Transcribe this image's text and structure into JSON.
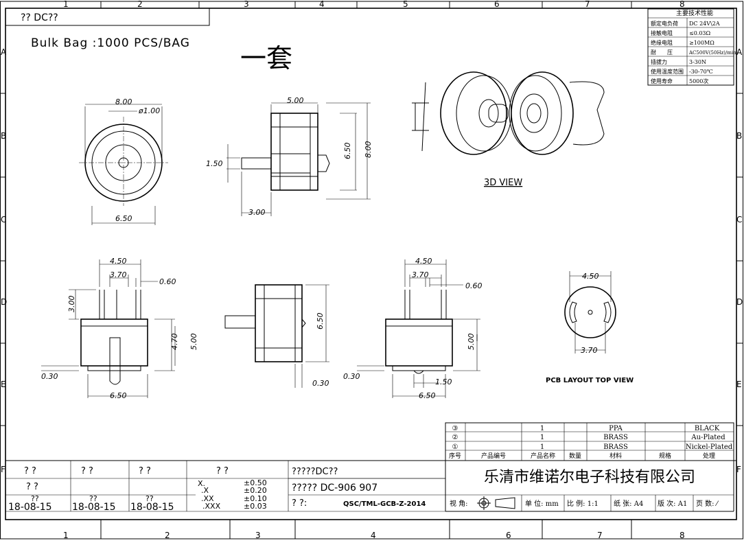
{
  "frame": {
    "cols": [
      "1",
      "2",
      "3",
      "4",
      "5",
      "6",
      "7",
      "8"
    ],
    "rows": [
      "A",
      "B",
      "C",
      "D",
      "E",
      "F"
    ]
  },
  "header": {
    "label": "?? DC??",
    "packing": "Bulk Bag :1000 PCS/BAG",
    "set": "一套"
  },
  "specs": {
    "title": "主要技术性能",
    "rows": [
      [
        "额定电负荷",
        "DC 24V\\2A"
      ],
      [
        "接触电阻",
        "≤0.03Ω"
      ],
      [
        "绝缘电阻",
        "≥100MΩ"
      ],
      [
        "耐　　压",
        "AC500V(50Hz)/min"
      ],
      [
        "插拔力",
        "3-30N"
      ],
      [
        "使用温度范围",
        "-30-70℃"
      ],
      [
        "使用寿命",
        "5000次"
      ]
    ]
  },
  "views": {
    "front": {
      "d_width": "8.00",
      "d_hole": "ø1.00",
      "d_inner": "6.50"
    },
    "side": {
      "d_top": "5.00",
      "d_pin": "1.50",
      "d_h1": "6.50",
      "d_h2": "8.00",
      "d_bottom": "3.00"
    },
    "three_d": "3D VIEW",
    "bottom1": {
      "d_a": "4.50",
      "d_b": "3.70",
      "d_c": "0.60",
      "d_d": "3.00",
      "d_e": "4.70",
      "d_f": "5.00",
      "d_g": "0.30",
      "d_h": "6.50"
    },
    "bottom2": {
      "d_a": "6.50",
      "d_b": "0.30"
    },
    "bottom3": {
      "d_a": "4.50",
      "d_b": "3.70",
      "d_c": "0.60",
      "d_d": "5.00",
      "d_e": "0.30",
      "d_f": "1.50",
      "d_g": "6.50"
    },
    "pcb": {
      "d_a": "4.50",
      "d_b": "3.70",
      "title": "PCB LAYOUT TOP VIEW"
    }
  },
  "bom": {
    "rows": [
      [
        "③",
        "",
        "1",
        "",
        "PPA",
        "",
        "BLACK"
      ],
      [
        "②",
        "",
        "1",
        "",
        "BRASS",
        "",
        "Au-Plated"
      ],
      [
        "①",
        "",
        "1",
        "",
        "BRASS",
        "",
        "Nickel-Plated"
      ]
    ],
    "headers": [
      "序号",
      "产品编号",
      "产品名称",
      "数量",
      "材料",
      "规格",
      "处理"
    ]
  },
  "company": "乐清市维诺尔电子科技有限公司",
  "footer": {
    "view": "视 角:",
    "unit": "单 位: mm",
    "scale": "比 例: 1:1",
    "paper": "纸 张: A4",
    "rev": "版 次: A1",
    "page": "页 数: ⁄"
  },
  "title_block": {
    "heads": [
      "?  ?",
      "?    ?",
      "?    ?",
      "?  ?"
    ],
    "row2": "? ?",
    "date_label": "??",
    "dates": [
      "18-08-15",
      "18-08-15",
      "18-08-15"
    ],
    "tol_keys": [
      "X.",
      ".X",
      ".XX",
      ".XXX"
    ],
    "tol_vals": [
      "±0.50",
      "±0.20",
      "±0.10",
      "±0.03"
    ],
    "name": "?????DC??",
    "model": "?????  DC-906    907",
    "code_label": "?       ?:",
    "code": "QSC/TML-GCB-Z-2014"
  }
}
